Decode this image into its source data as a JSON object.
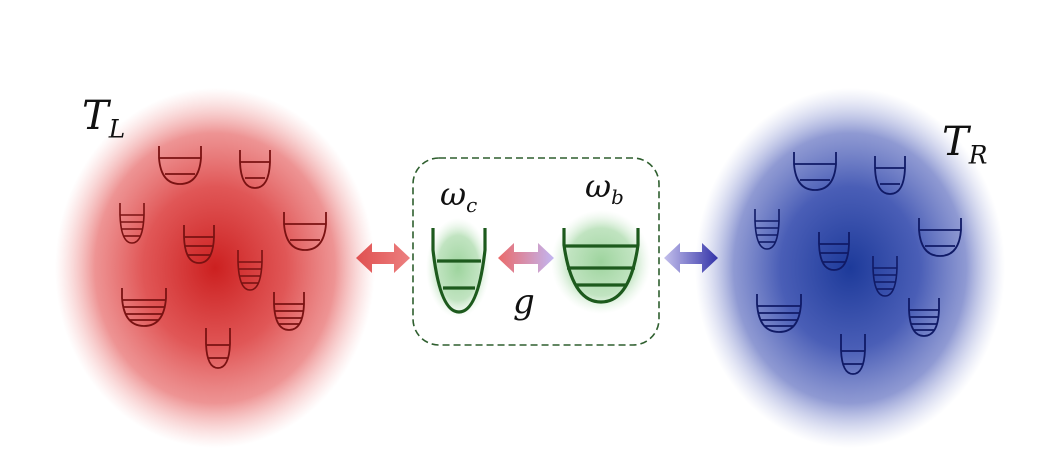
{
  "figure": {
    "type": "schematic",
    "description": "Two thermal baths coupling to two oscillators inside a dashed box",
    "left_bath": {
      "label": "T",
      "label_sub": "L",
      "color": "#d42a2a",
      "well_color": "#7a1212"
    },
    "right_bath": {
      "label": "T",
      "label_sub": "R",
      "color": "#2a3fa8",
      "well_color": "#101a66"
    },
    "system": {
      "box_style": "dashed",
      "box_color": "#2f5f2f",
      "oscillator_c": {
        "label": "ω",
        "label_sub": "c",
        "color": "#1d5a1d",
        "glow": "#7cc47c"
      },
      "oscillator_b": {
        "label": "ω",
        "label_sub": "b",
        "color": "#1d5a1d",
        "glow": "#7cc47c"
      },
      "coupling_label": "g"
    },
    "arrows": [
      {
        "name": "left-bath-coupling",
        "from_color": "#e05a5a",
        "to_color": "#e05a5a"
      },
      {
        "name": "internal-coupling",
        "from_color": "#e86a6a",
        "to_color": "#b8aef0"
      },
      {
        "name": "right-bath-coupling",
        "from_color": "#b6b2e8",
        "to_color": "#3a3aa8"
      }
    ]
  }
}
